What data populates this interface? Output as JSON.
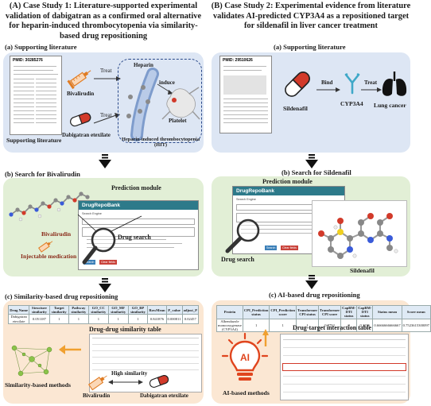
{
  "case_a": {
    "title": "(A) Case Study 1: Literature-supported experimental validation of dabigatran as a confirmed oral alternative for heparin-induced thrombocytopenia via similarity-based drug repositioning",
    "sec_a": "(a) Supporting literature",
    "pmid": "PMID: 30285276",
    "bivalirudin": "Bivalirudin",
    "treat1": "Treat",
    "treat2": "Treat",
    "dabigatran": "Dabigatran etexilate",
    "heparin": "Heparin",
    "induce": "induce",
    "platelet": "Platelet",
    "hit": "Heparin-induced thrombocytopenia (HIT)",
    "supporting": "Supporting literature",
    "sec_b": "(b) Search for Bivalirudin",
    "prediction_module": "Prediction module",
    "drugrepo": "DrugRepoBank",
    "drug_search": "Drug search",
    "bivalirudin2": "Bivalirudin",
    "injectable": "Injectable medication",
    "search_engine": "Search Engine",
    "search_btn": "Search",
    "clear_btn": "Clear fields",
    "sec_c": "(c) Similarity-based drug repositioning",
    "table_headers": [
      "Drug Name",
      "Structure similarity",
      "Target similarity",
      "Pathway similarity",
      "GO_CC similarity",
      "GO_MF similarity",
      "GO_BP similarity",
      "RowMean",
      "P_value",
      "adjust_P"
    ],
    "table_row": [
      "Dabigatran etexilate",
      "0.051187",
      "1",
      "1",
      "1",
      "1",
      "1",
      "0.841876",
      "0.000811",
      "0.02457"
    ],
    "sim_table_title": "Drug-drug similarity table",
    "sim_methods": "Similarity-based methods",
    "high_sim": "High similarity",
    "bivalirudin3": "Bivalirudin",
    "dabigatran3": "Dabigatran etexilate"
  },
  "case_b": {
    "title": "(B) Case Study 2: Experimental evidence from literature validates AI-predicted CYP3A4 as a repositioned target for sildenafil in liver cancer treatment",
    "sec_a": "(a) Supporting literature",
    "pmid": "PMID: 29510626",
    "sildenafil": "Sildenafil",
    "bind": "Bind",
    "cyp": "CYP3A4",
    "treat": "Treat",
    "lung": "Lung cancer",
    "sec_b": "(b) Search for Sildenafil",
    "prediction_module": "Prediction module",
    "drugrepo": "DrugRepoBank",
    "drug_search": "Drug search",
    "sildenafil2": "Sildenafil",
    "search_engine": "Search Engine",
    "search_btn": "Search",
    "clear_btn": "Clear fields",
    "sec_c": "(c) AI-based drug repositioning",
    "table_headers": [
      "Protein",
      "CPI_Prediction status",
      "CPI_Prediction score",
      "Transformer CPI status",
      "Transformer CPI score",
      "CapBM-DTI status",
      "CapBM-DTI status",
      "Status mean",
      "Score mean"
    ],
    "table_row": [
      "Albendazole monooxygenase (CYP3A4)",
      "1",
      "1",
      "1",
      "0.9792",
      "0",
      "0.2376",
      "0.6666666666667",
      "0.7523615300097"
    ],
    "dt_table_title": "Drug-target interaction table",
    "ai_methods": "AI-based methods",
    "ai_icon": "AI"
  },
  "colors": {
    "blue_panel": "#dde6f4",
    "green_panel": "#e2efd6",
    "orange_panel": "#fbe7d3",
    "web_header": "#2d7a8a",
    "highlight_red": "#d23a2a"
  },
  "icons": [
    "syringe-icon",
    "pill-icon",
    "magnifier-icon",
    "molecule-icon",
    "lungs-icon",
    "ai-bulb-icon",
    "down-arrow-icon",
    "network-icon"
  ]
}
